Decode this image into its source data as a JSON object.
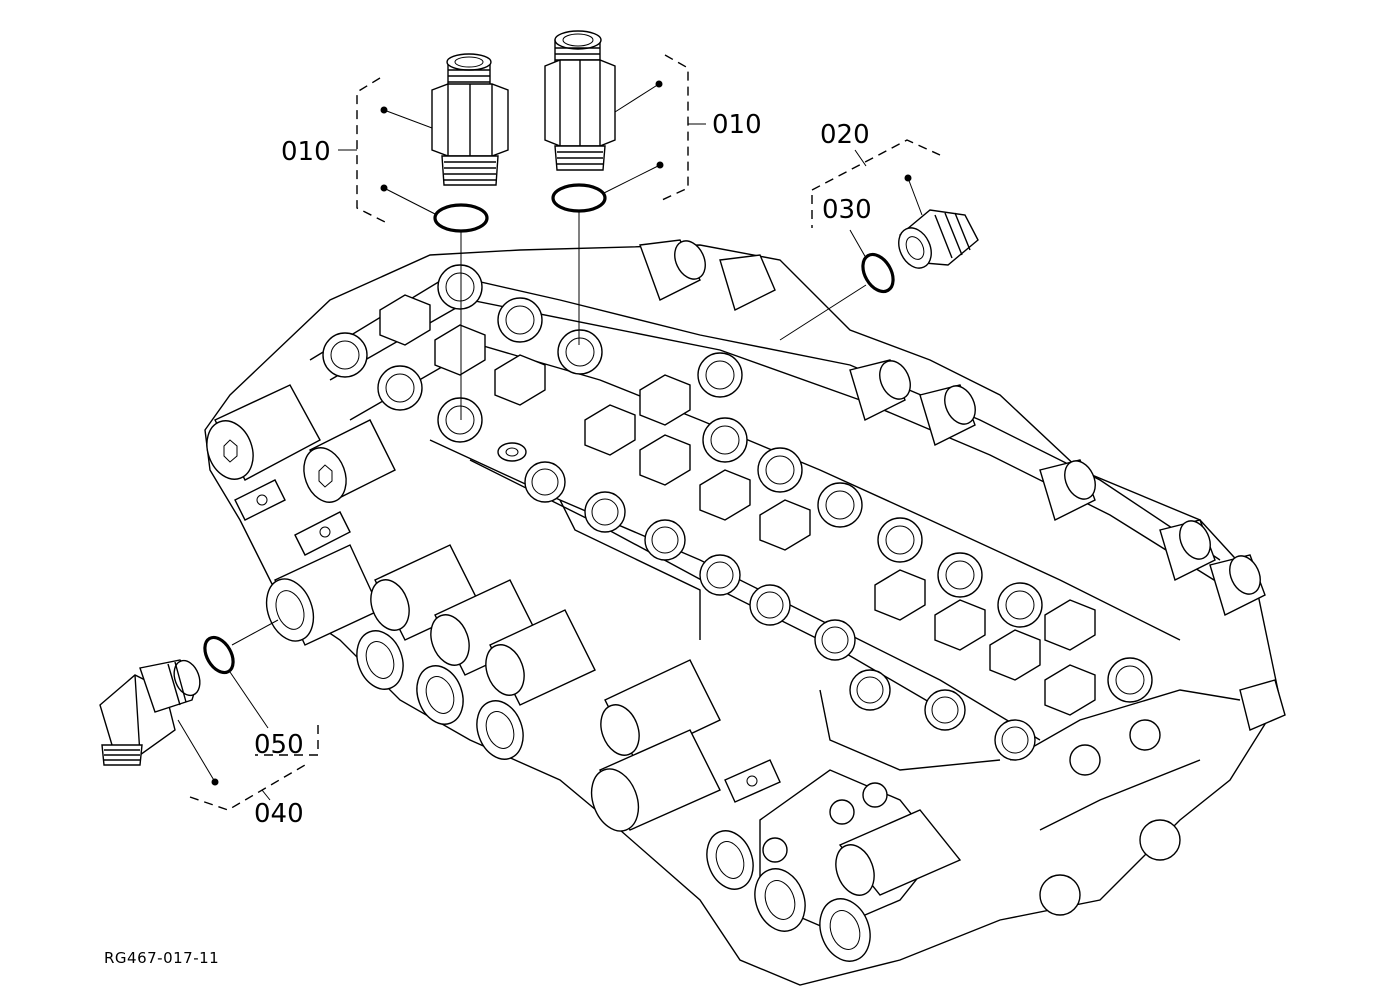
{
  "callouts": {
    "left_010": "010",
    "right_010": "010",
    "c020": "020",
    "c030": "030",
    "c040": "040",
    "c050": "050"
  },
  "reference_code": "RG467-017-11"
}
